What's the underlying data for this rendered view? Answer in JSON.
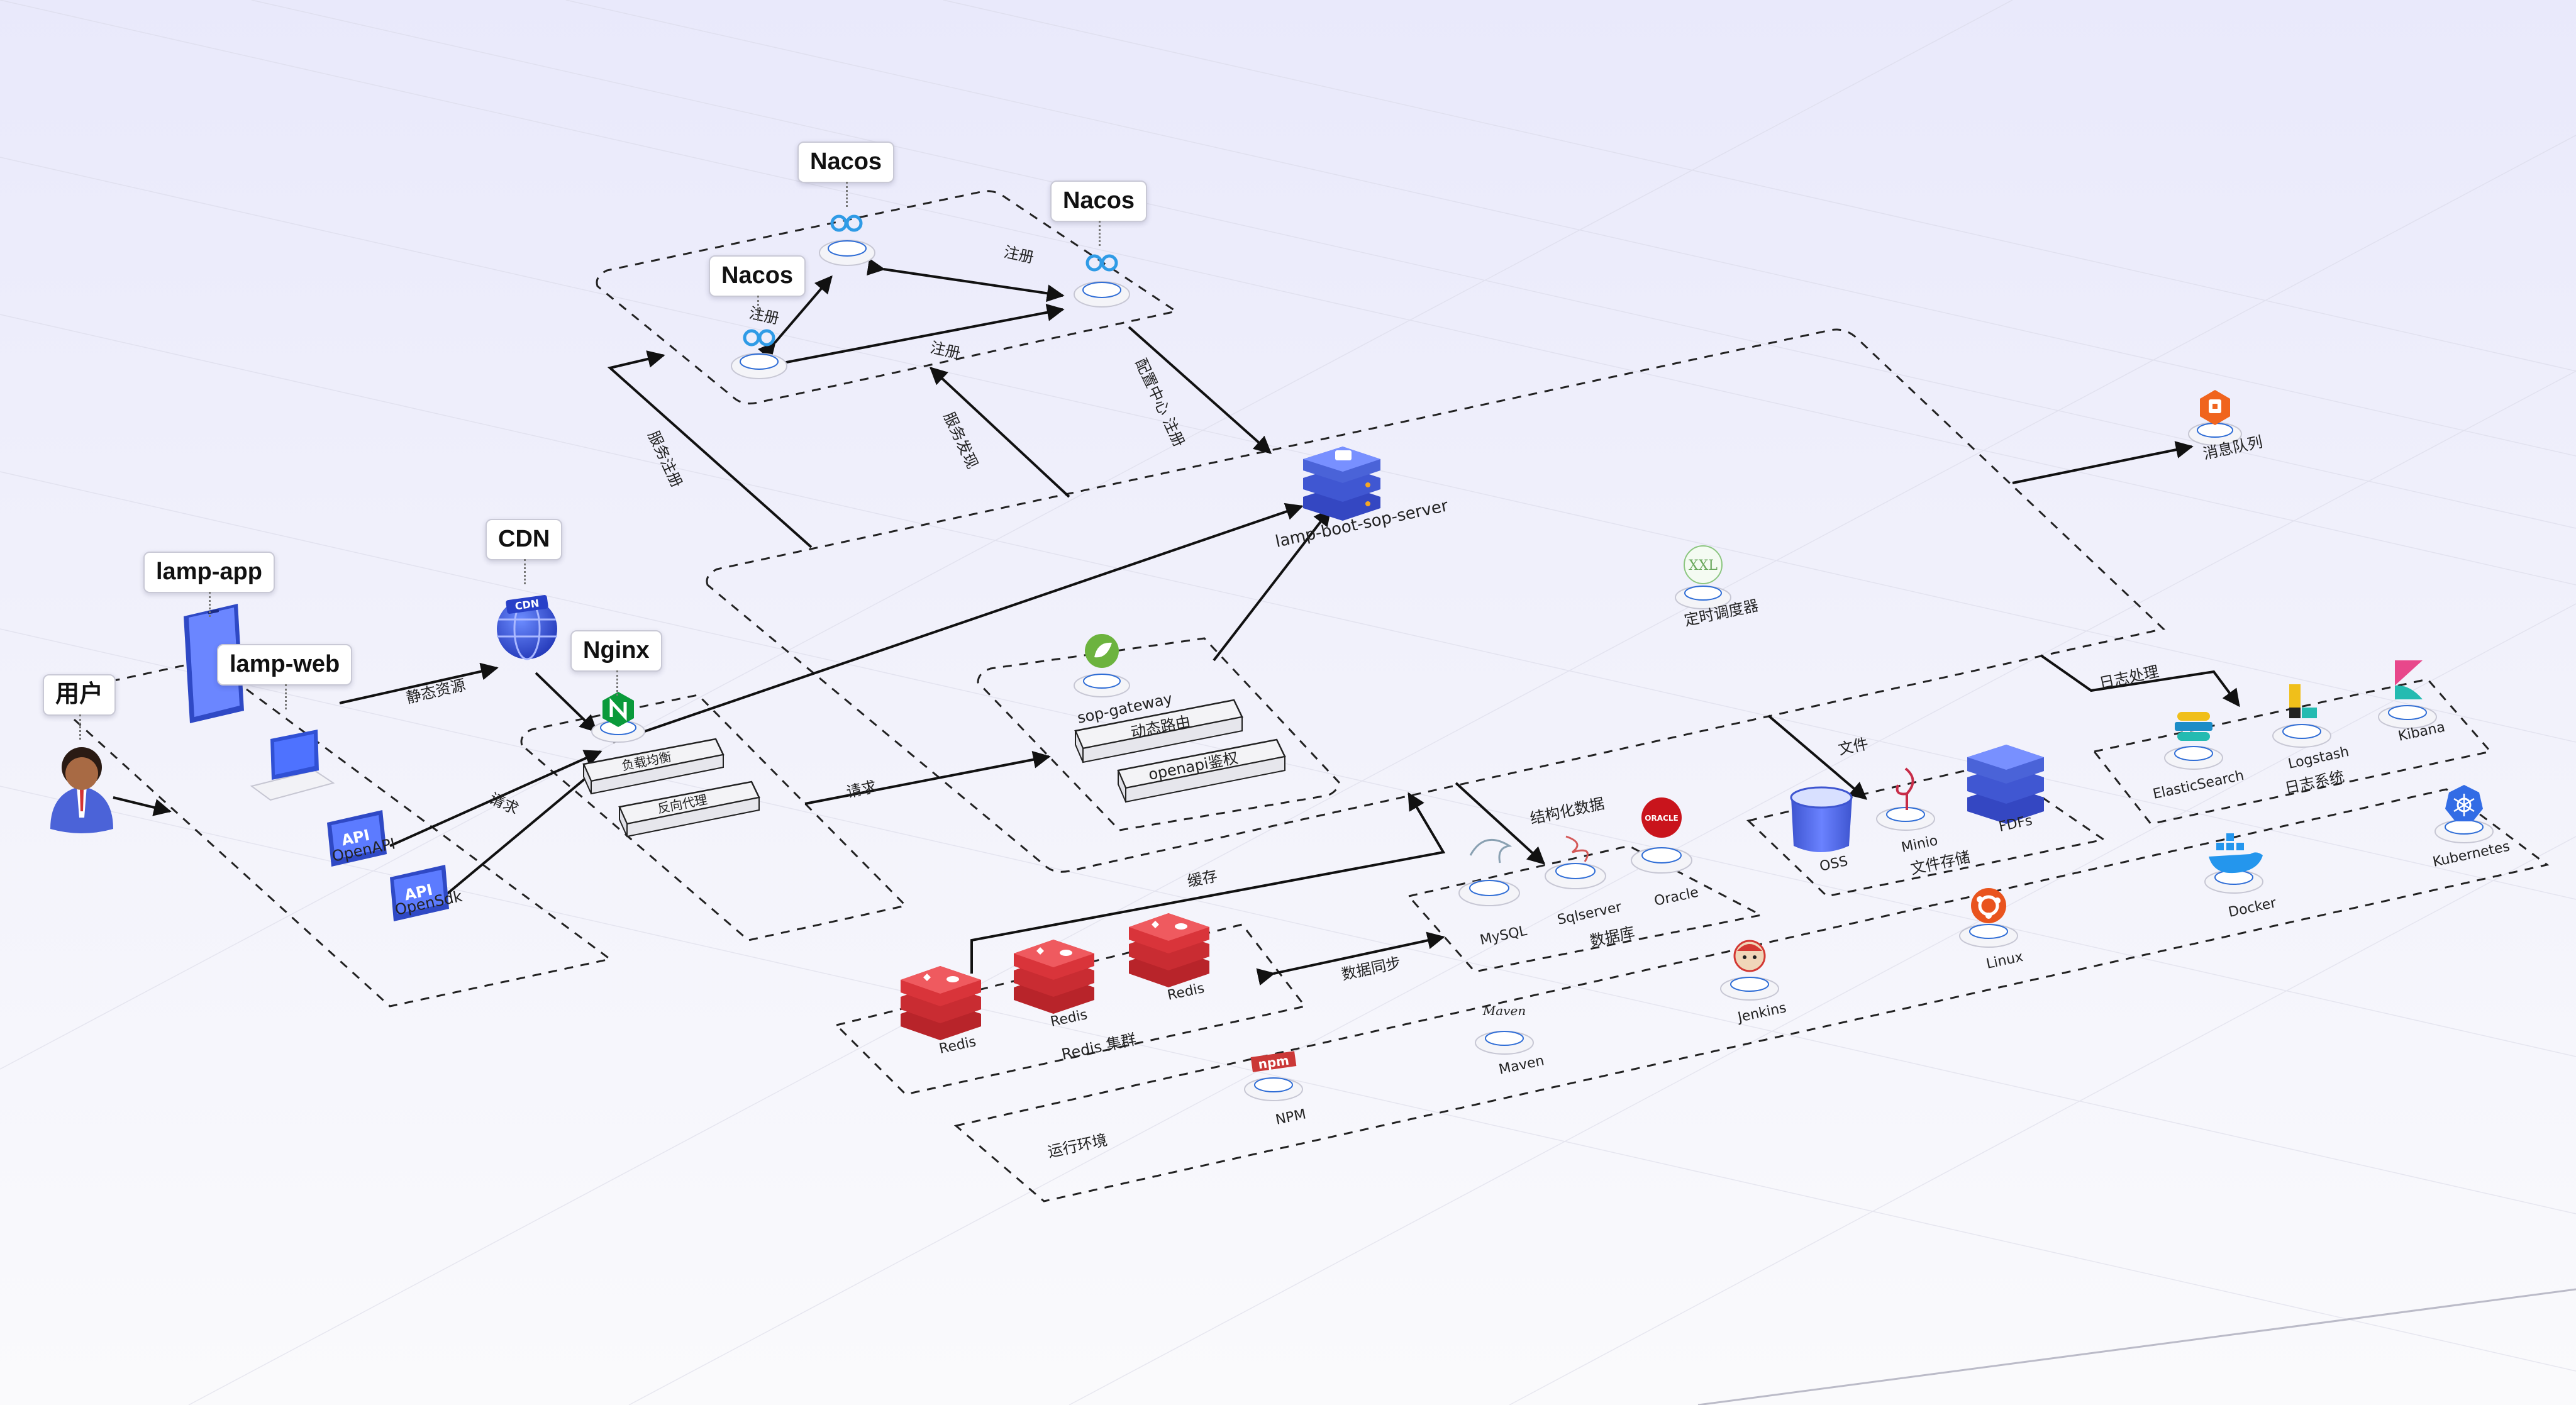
{
  "callouts": {
    "nacos_top": "Nacos",
    "nacos_right": "Nacos",
    "nacos_left": "Nacos",
    "cdn": "CDN",
    "lamp_app": "lamp-app",
    "lamp_web": "lamp-web",
    "nginx": "Nginx",
    "user": "用户"
  },
  "nacos_cluster": {
    "edge_labels": [
      "注册",
      "注册",
      "注册"
    ]
  },
  "server": {
    "label": "lamp-boot-sop-server"
  },
  "gateway": {
    "label": "sop-gateway",
    "blocks": [
      "动态路由",
      "openapi鉴权"
    ]
  },
  "nginx_group": {
    "blocks": [
      "负载均衡",
      "反向代理"
    ]
  },
  "clients": {
    "open_api": "OpenAPI",
    "open_sdk": "OpenSdk"
  },
  "flows": {
    "static": "静态资源",
    "request_client": "请求",
    "request_gateway": "请求",
    "nacos_register": "服务注册",
    "nacos_discover": "服务发现",
    "nacos_config": "配置中心 注册",
    "cache": "缓存",
    "data_sync": "数据同步",
    "structured": "结构化数据",
    "file": "文件",
    "log": "日志处理"
  },
  "mq": {
    "label": "消息队列"
  },
  "xxl": {
    "icon": "XXL",
    "label": "定时调度器"
  },
  "databases": {
    "group": "数据库",
    "items": [
      "MySQL",
      "Sqlserver",
      "Oracle"
    ],
    "oracle_logo": "ORACLE"
  },
  "storage": {
    "group": "文件存储",
    "items": [
      "OSS",
      "Minio",
      "FDFs"
    ]
  },
  "logs": {
    "group": "日志系统",
    "items": [
      "ElasticSearch",
      "Logstash",
      "Kibana"
    ]
  },
  "redis": {
    "group": "Redis 集群",
    "items": [
      "Redis",
      "Redis",
      "Redis"
    ]
  },
  "runtime": {
    "group": "运行环境",
    "items": [
      "NPM",
      "Maven",
      "Jenkins",
      "Linux",
      "Docker",
      "Kubernetes"
    ],
    "npm_logo": "npm",
    "maven_logo": "Maven"
  },
  "colors": {
    "dash": "#222222",
    "server_blue": "#4a63d8",
    "redis_red": "#d9343a",
    "nacos_blue": "#2f9be6",
    "nginx_green": "#0a9a3a",
    "oracle_red": "#c9141c",
    "rabbit_orange": "#f0641e",
    "linux_orange": "#e9541e",
    "k8s_blue": "#326ce5",
    "docker_blue": "#2496ed",
    "spring_green": "#6cb33e"
  }
}
